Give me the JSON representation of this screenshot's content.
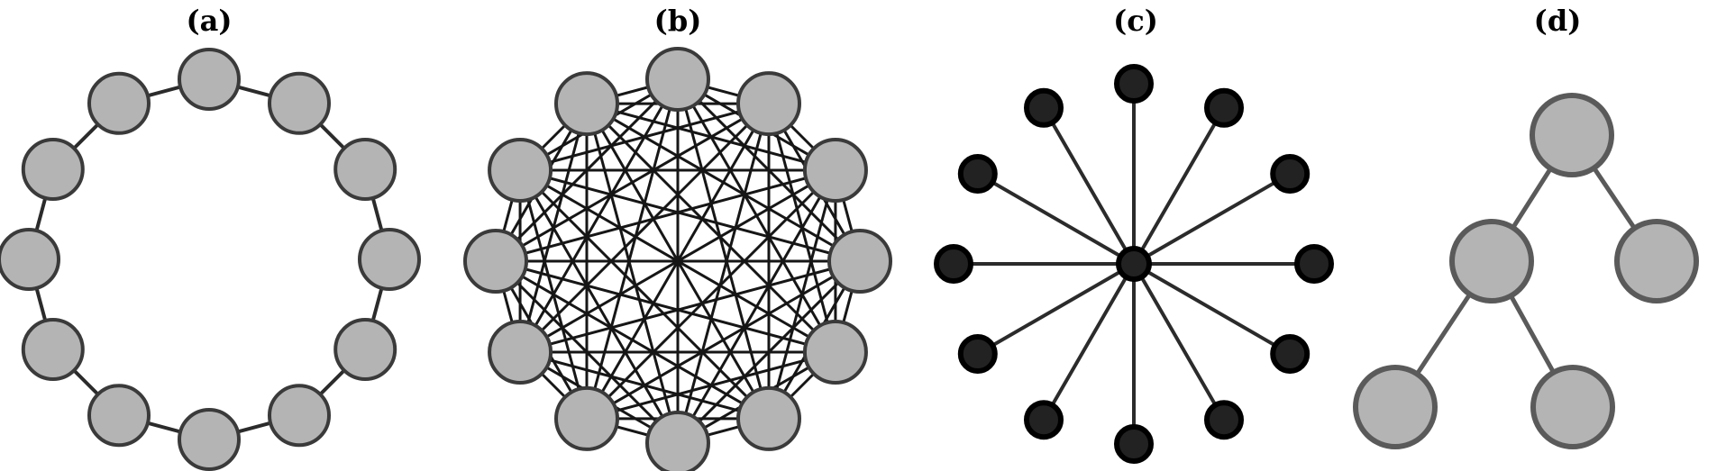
{
  "panels": [
    {
      "id": "a",
      "label": "(a)",
      "topology": "ring",
      "node_count": 12,
      "node_color": "#b4b4b4"
    },
    {
      "id": "b",
      "label": "(b)",
      "topology": "fully-connected",
      "node_count": 12,
      "node_color": "#b4b4b4"
    },
    {
      "id": "c",
      "label": "(c)",
      "topology": "star",
      "leaf_count": 12,
      "node_color": "#222222"
    },
    {
      "id": "d",
      "label": "(d)",
      "topology": "tree",
      "node_count": 5,
      "node_color": "#b4b4b4",
      "edges": [
        [
          0,
          1
        ],
        [
          0,
          2
        ],
        [
          1,
          3
        ],
        [
          1,
          4
        ]
      ]
    }
  ]
}
